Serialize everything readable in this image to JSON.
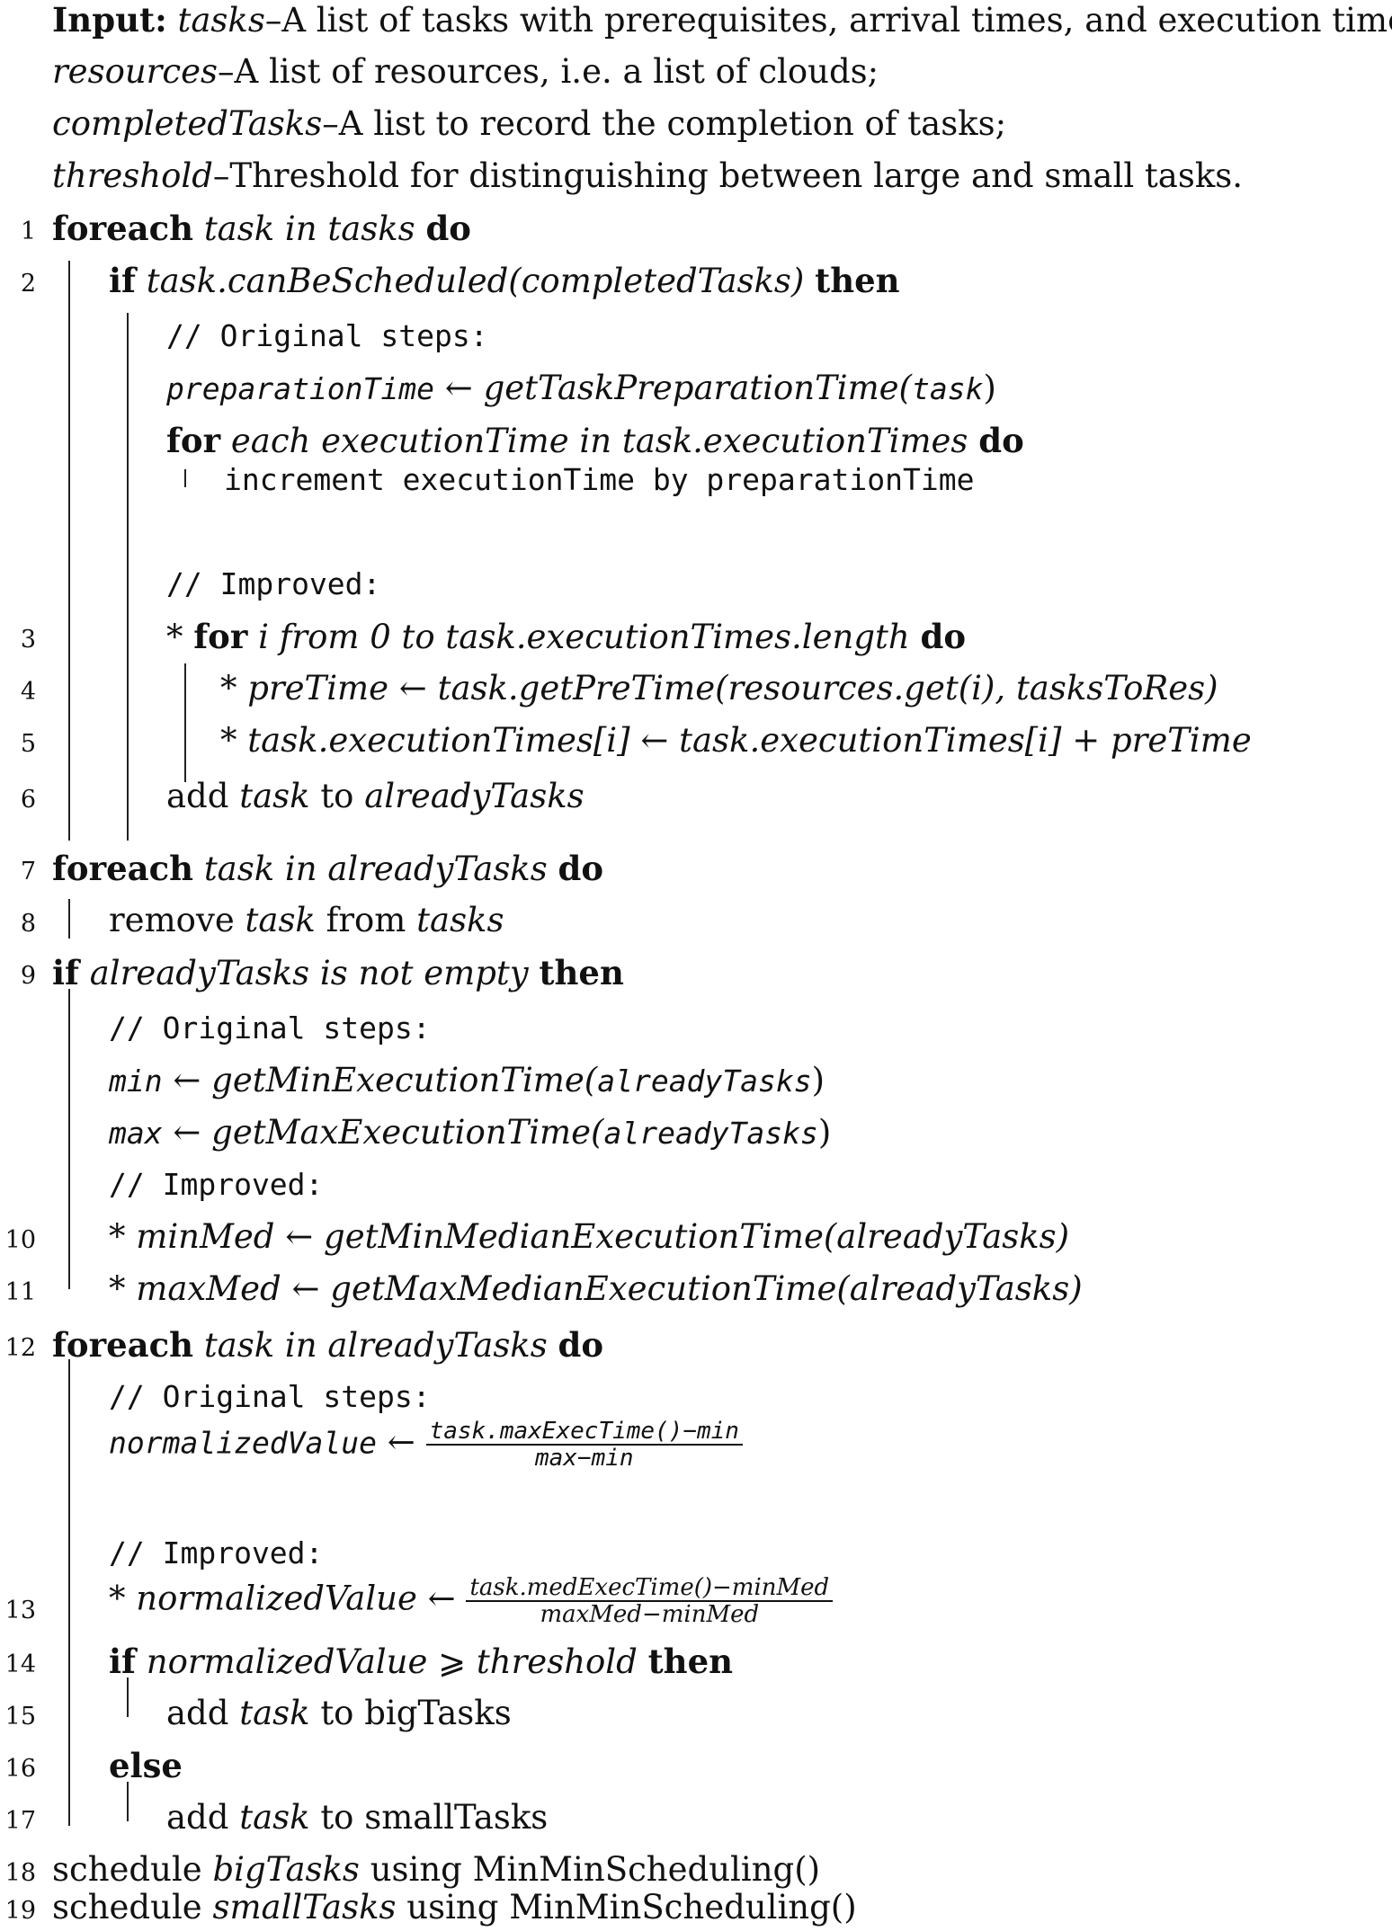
{
  "input": {
    "label": "Input:",
    "tasks_name": "tasks",
    "tasks_desc": "–A list of tasks with prerequisites, arrival times, and execution times;",
    "resources_name": "resources",
    "resources_desc": "–A list of resources, i.e. a list of clouds;",
    "completed_name": "completedTasks",
    "completed_desc": "–A list to record the completion of tasks;",
    "threshold_name": "threshold",
    "threshold_desc": "–Threshold for distinguishing between large and small tasks."
  },
  "kw": {
    "foreach": "foreach",
    "do": "do",
    "if": "if",
    "then": "then",
    "for": "for",
    "else": "else",
    "star": "*",
    "arrow": "←",
    "geq": "⩾",
    "add": "add",
    "to": "to",
    "remove": "remove",
    "from": "from",
    "schedule": "schedule",
    "using": "using"
  },
  "comments": {
    "original": "// Original steps:",
    "improved": "// Improved:"
  },
  "lines": {
    "l1_cond": "task in tasks",
    "l2_cond": "task.canBeScheduled(completedTasks)",
    "orig_prep_var": "preparationTime",
    "orig_prep_fn": "getTaskPreparationTime(",
    "orig_prep_arg": "task",
    "orig_prep_close": ")",
    "orig_for_cond": "each executionTime in task.executionTimes",
    "orig_increment": "increment executionTime by preparationTime",
    "l3_cond": "i from 0 to task.executionTimes.length",
    "l4_lhs": "preTime",
    "l4_rhs": "task.getPreTime(resources.get(i), tasksToRes)",
    "l5_lhs": "task.executionTimes[i]",
    "l5_rhs": "task.executionTimes[i] + preTime",
    "l6_task": "task",
    "l6_target": "alreadyTasks",
    "l7_cond": "task in alreadyTasks",
    "l8_task": "task",
    "l8_target": "tasks",
    "l9_cond": "alreadyTasks is not empty",
    "orig_min_var": "min",
    "orig_min_fn": "getMinExecutionTime(",
    "orig_max_var": "max",
    "orig_max_fn": "getMaxExecutionTime(",
    "orig_arg": "alreadyTasks",
    "l10_lhs": "minMed",
    "l10_rhs": "getMinMedianExecutionTime(alreadyTasks)",
    "l11_lhs": "maxMed",
    "l11_rhs": "getMaxMedianExecutionTime(alreadyTasks)",
    "l12_cond": "task in alreadyTasks",
    "orig_norm_var": "normalizedValue",
    "orig_norm_num": "task.maxExecTime()−min",
    "orig_norm_den": "max−min",
    "l13_lhs": "normalizedValue",
    "l13_num": "task.medExecTime()−minMed",
    "l13_den": "maxMed−minMed",
    "l14_lhs": "normalizedValue",
    "l14_rhs": "threshold",
    "l15_task": "task",
    "l15_target": "bigTasks",
    "l17_task": "task",
    "l17_target": "smallTasks",
    "l18_obj": "bigTasks",
    "l18_fn": "MinMinScheduling()",
    "l19_obj": "smallTasks",
    "l19_fn": "MinMinScheduling()"
  },
  "line_numbers": [
    "1",
    "2",
    "3",
    "4",
    "5",
    "6",
    "7",
    "8",
    "9",
    "10",
    "11",
    "12",
    "13",
    "14",
    "15",
    "16",
    "17",
    "18",
    "19"
  ]
}
